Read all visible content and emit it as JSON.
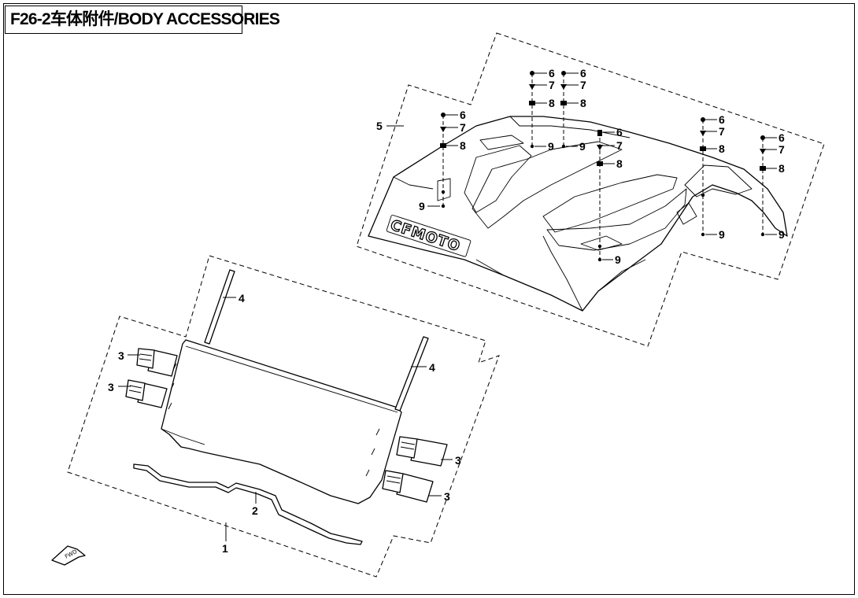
{
  "title": "F26-2车体附件/BODY ACCESSORIES",
  "brand_logo_text": "CFMOTO",
  "fwd_marker_text": "FWD",
  "callouts": {
    "c1": "1",
    "c2": "2",
    "c3a": "3",
    "c3b": "3",
    "c3c": "3",
    "c3d": "3",
    "c4a": "4",
    "c4b": "4",
    "c5": "5",
    "c6a": "6",
    "c6b": "6",
    "c6c": "6",
    "c6d": "6",
    "c6e": "6",
    "c6f": "6",
    "c7a": "7",
    "c7b": "7",
    "c7c": "7",
    "c7d": "7",
    "c7e": "7",
    "c7f": "7",
    "c8a": "8",
    "c8b": "8",
    "c8c": "8",
    "c8d": "8",
    "c8e": "8",
    "c8f": "8",
    "c9a": "9",
    "c9b": "9",
    "c9c": "9",
    "c9d": "9",
    "c9e": "9",
    "c9f": "9"
  },
  "colors": {
    "line": "#000000",
    "background": "#ffffff"
  }
}
